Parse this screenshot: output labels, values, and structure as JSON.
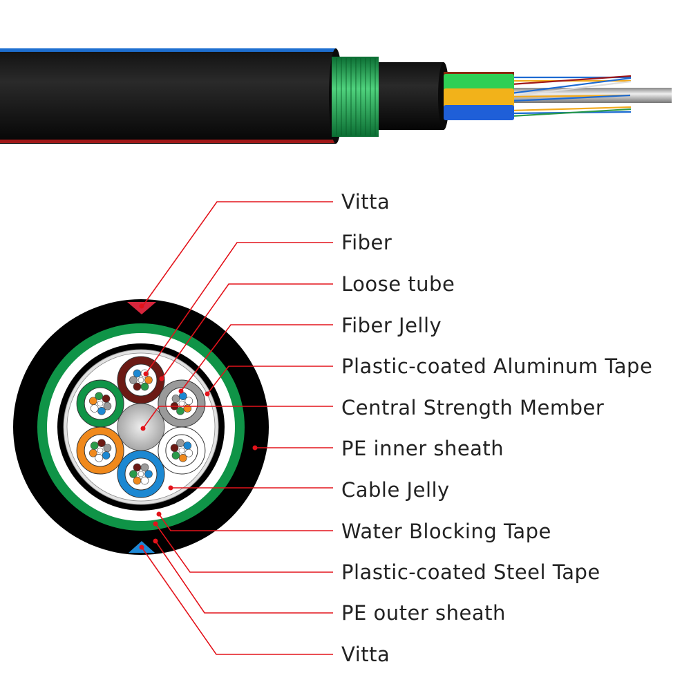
{
  "labels": [
    "Vitta",
    "Fiber",
    "Loose tube",
    "Fiber Jelly",
    "Plastic-coated Aluminum Tape",
    "Central Strength Member",
    "PE inner sheath",
    "Cable Jelly",
    "Water Blocking Tape",
    "Plastic-coated Steel Tape",
    "PE outer sheath",
    "Vitta"
  ],
  "colors": {
    "leader": "#e3131b",
    "sheath": "#000000",
    "armor": "#0f9447",
    "vitta_top": "#d7263d",
    "vitta_bottom": "#1e88d6",
    "tubes": [
      "#6b1a14",
      "#9a9a9a",
      "#ffffff",
      "#1c88d2",
      "#f0891c",
      "#109447"
    ],
    "fibers": [
      "#f0891c",
      "#2a9a4a",
      "#6b1a14",
      "#9a9a9a",
      "#1c88d2",
      "#ffffff"
    ]
  }
}
